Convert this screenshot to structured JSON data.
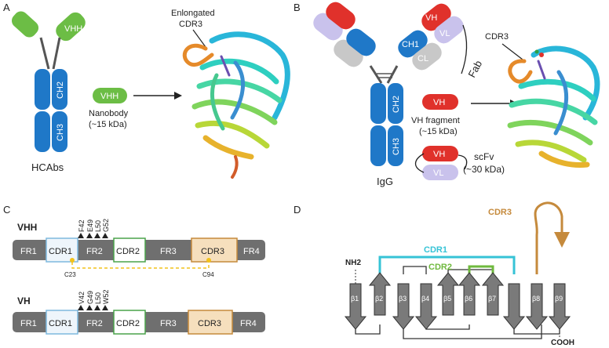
{
  "panels": {
    "a": "A",
    "b": "B",
    "c": "C",
    "d": "D"
  },
  "panel_a": {
    "vhh": "VHH",
    "ch2": "CH2",
    "ch3": "CH3",
    "hcabs": "HCAbs",
    "nanobody_chip": "VHH",
    "nanobody": "Nanobody",
    "nanobody_kda": "(~15 kDa)",
    "cdr3_line1": "Enlongated",
    "cdr3_line2": "CDR3"
  },
  "panel_b": {
    "ch1": "CH1",
    "cl": "CL",
    "vh": "VH",
    "vl": "VL",
    "fab": "Fab",
    "ch2": "CH2",
    "ch3": "CH3",
    "igg": "IgG",
    "vh_chip": "VH",
    "vh_fragment": "VH fragment",
    "vh_kda": "(~15 kDa)",
    "scfv_vh": "VH",
    "scfv_vl": "VL",
    "scfv": "scFv",
    "scfv_kda": "(~30 kDa)",
    "cdr3": "CDR3"
  },
  "panel_c": {
    "vhh_label": "VHH",
    "vh_label": "VH",
    "segments": [
      "FR1",
      "CDR1",
      "FR2",
      "CDR2",
      "FR3",
      "CDR3",
      "FR4"
    ],
    "vhh_residues": [
      "F42",
      "E49",
      "L50",
      "G52"
    ],
    "vh_residues": [
      "V42",
      "G49",
      "L50",
      "W52"
    ],
    "c23": "C23",
    "c94": "C94"
  },
  "panel_d": {
    "cdr1": "CDR1",
    "cdr2": "CDR2",
    "cdr3": "CDR3",
    "nh2": "NH2",
    "cooh": "COOH",
    "strands": [
      "β1",
      "β2",
      "β3",
      "β4",
      "β5",
      "β6",
      "β7",
      "β8",
      "β9"
    ]
  },
  "colors": {
    "green": "#6cbd45",
    "blue": "#1f78c8",
    "red": "#e0312b",
    "lavender": "#c9c2ec",
    "gray": "#c8c8c8",
    "cyan_loop": "#36c3d6",
    "green_loop": "#6fb93e",
    "tan_loop": "#c58a3c"
  }
}
